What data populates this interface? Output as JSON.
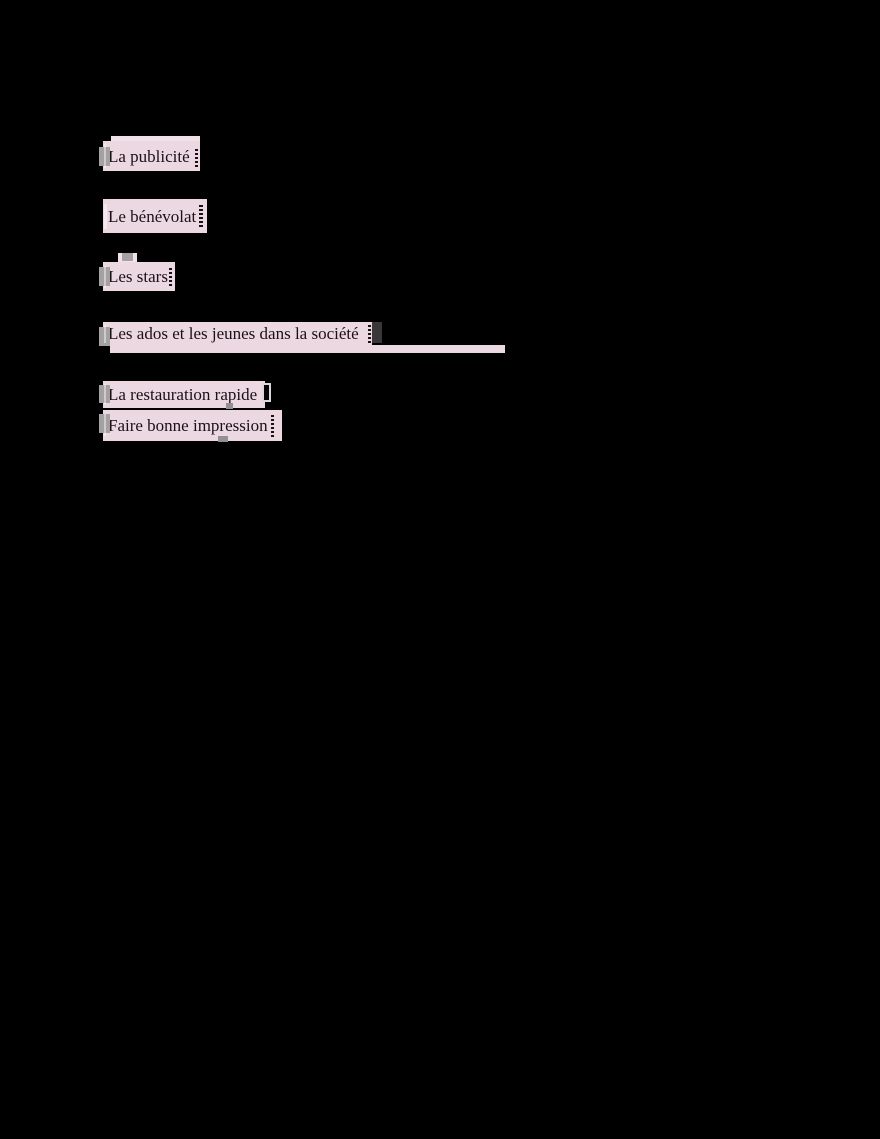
{
  "page": {
    "background": "#000000",
    "description_colors": {
      "highlight": "#ebd8e1",
      "highlight_light": "#f0e2e8",
      "selection_handle": "#a5a1a3",
      "dark_block": "#3a3739",
      "text": "#1c1018"
    }
  },
  "fields": [
    {
      "label": "La publicité"
    },
    {
      "label": "Le bénévolat"
    },
    {
      "label": "Les stars"
    },
    {
      "label": "Les ados et les jeunes dans la société"
    },
    {
      "label": "La restauration rapide"
    },
    {
      "label": "Faire bonne impression"
    }
  ]
}
